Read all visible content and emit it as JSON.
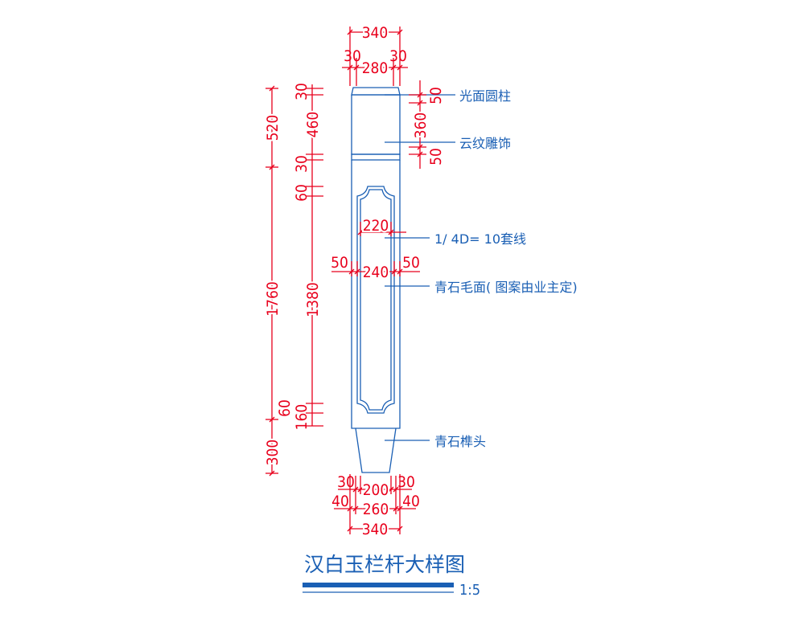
{
  "title": "汉白玉栏杆大样图",
  "scale": "1:5",
  "colors": {
    "dimension": "#e8001c",
    "outline": "#1a5fb4",
    "background": "#ffffff"
  },
  "labels": {
    "cap": "光面圆柱",
    "carving": "云纹雕饰",
    "molding": "1/ 4D= 10套线",
    "panel": "青石毛面( 图案由业主定)",
    "tenon": "青石榫头"
  },
  "dims": {
    "top_width": "340",
    "top_side_left": "30",
    "top_inner": "280",
    "top_side_right": "30",
    "left_upper": "520",
    "left_shaft": "1760",
    "left_base": "300",
    "inner_cap": "30",
    "inner_head": "460",
    "inner_collar": "30",
    "inner_gap_top": "60",
    "inner_panel": "1380",
    "inner_gap_bottom": "60",
    "inner_foot": "160",
    "right_top": "50",
    "right_mid": "360",
    "right_bottom": "50",
    "panel_inner": "220",
    "panel_width": "240",
    "panel_side_left": "50",
    "panel_side_right": "50",
    "base_side_left": "30",
    "base_inner": "200",
    "base_side_right": "30",
    "base_side2_left": "40",
    "base_mid": "260",
    "base_side2_right": "40",
    "base_width": "340"
  }
}
